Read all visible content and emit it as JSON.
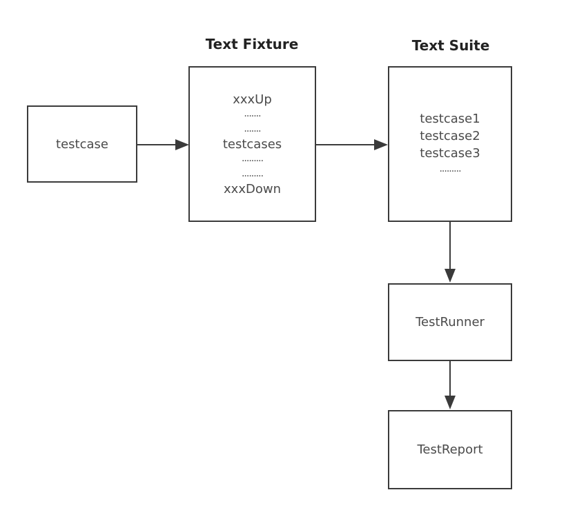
{
  "headings": {
    "fixture": "Text Fixture",
    "suite": "Text Suite"
  },
  "nodes": {
    "testcase": {
      "label": "testcase"
    },
    "fixture": {
      "setup": "xxxUp",
      "dots1": "·······",
      "dots2": "·······",
      "testcases": "testcases",
      "dots3": "·········",
      "dots4": "·········",
      "teardown": "xxxDown"
    },
    "suite": {
      "items": [
        "testcase1",
        "testcase2",
        "testcase3"
      ],
      "dots": "·········"
    },
    "runner": {
      "label": "TestRunner"
    },
    "report": {
      "label": "TestReport"
    }
  },
  "colors": {
    "stroke": "#3a3a3a",
    "text": "#4a4a4a",
    "heading": "#222222"
  }
}
